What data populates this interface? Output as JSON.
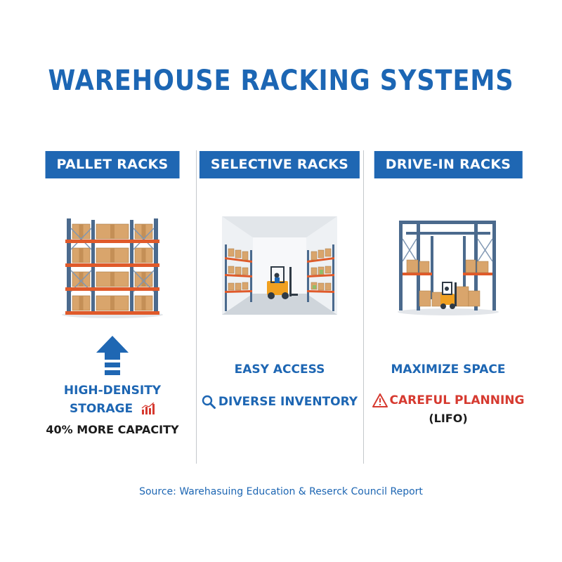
{
  "page": {
    "title": "WAREHOUSE RACKING SYSTEMS",
    "source": "Source: Warehasuing Education & Reserck Council Report"
  },
  "columns": [
    {
      "banner": "PALLET RACKS",
      "lines": [
        "HIGH-DENSITY",
        "STORAGE",
        "40% MORE CAPACITY"
      ]
    },
    {
      "banner": "SELECTIVE RACKS",
      "lines": [
        "EASY ACCESS",
        "DIVERSE INVENTORY"
      ]
    },
    {
      "banner": "DRIVE-IN RACKS",
      "lines": [
        "MAXIMIZE SPACE",
        "CAREFUL PLANNING",
        "(LIFO)"
      ]
    }
  ],
  "icons": {
    "arrow": "up-arrow-icon",
    "chart": "bar-chart-icon",
    "search": "magnifier-icon",
    "warning": "warning-triangle-icon"
  },
  "colors": {
    "primary_blue": "#1f67b3",
    "rack_blue": "#4b6a8d",
    "beam_orange": "#e05a2a",
    "box_tan": "#d9a56c",
    "forklift_yellow": "#f0a020",
    "warning_red": "#d63a30"
  }
}
